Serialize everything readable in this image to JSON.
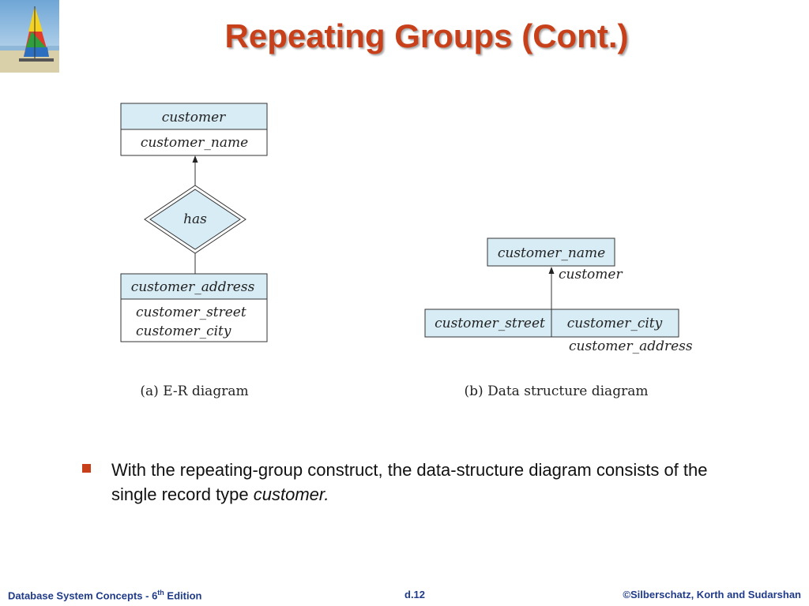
{
  "slide": {
    "title": "Repeating Groups (Cont.)"
  },
  "er_diagram": {
    "entity_customer": {
      "name": "customer",
      "attributes": [
        "customer_name"
      ]
    },
    "relationship": "has",
    "entity_customer_address": {
      "name": "customer_address",
      "attributes": [
        "customer_street",
        "customer_city"
      ]
    },
    "caption": "(a) E-R diagram"
  },
  "data_structure_diagram": {
    "record_top": {
      "fields": [
        "customer_name"
      ],
      "label": "customer"
    },
    "record_bottom": {
      "fields": [
        "customer_street",
        "customer_city"
      ],
      "label": "customer_address"
    },
    "caption": "(b) Data structure diagram"
  },
  "bullet": {
    "text_main": "With the repeating-group construct, the data-structure diagram consists of the single record type ",
    "text_emph": "customer."
  },
  "footer": {
    "left_prefix": "Database System Concepts - 6",
    "left_sup": "th",
    "left_suffix": " Edition",
    "center": "d.12",
    "right": "©Silberschatz, Korth and Sudarshan"
  },
  "colors": {
    "title": "#c8401a",
    "box_header_fill": "#d8ecf5",
    "footer_text": "#1f3b8a",
    "bullet": "#c8401a"
  }
}
